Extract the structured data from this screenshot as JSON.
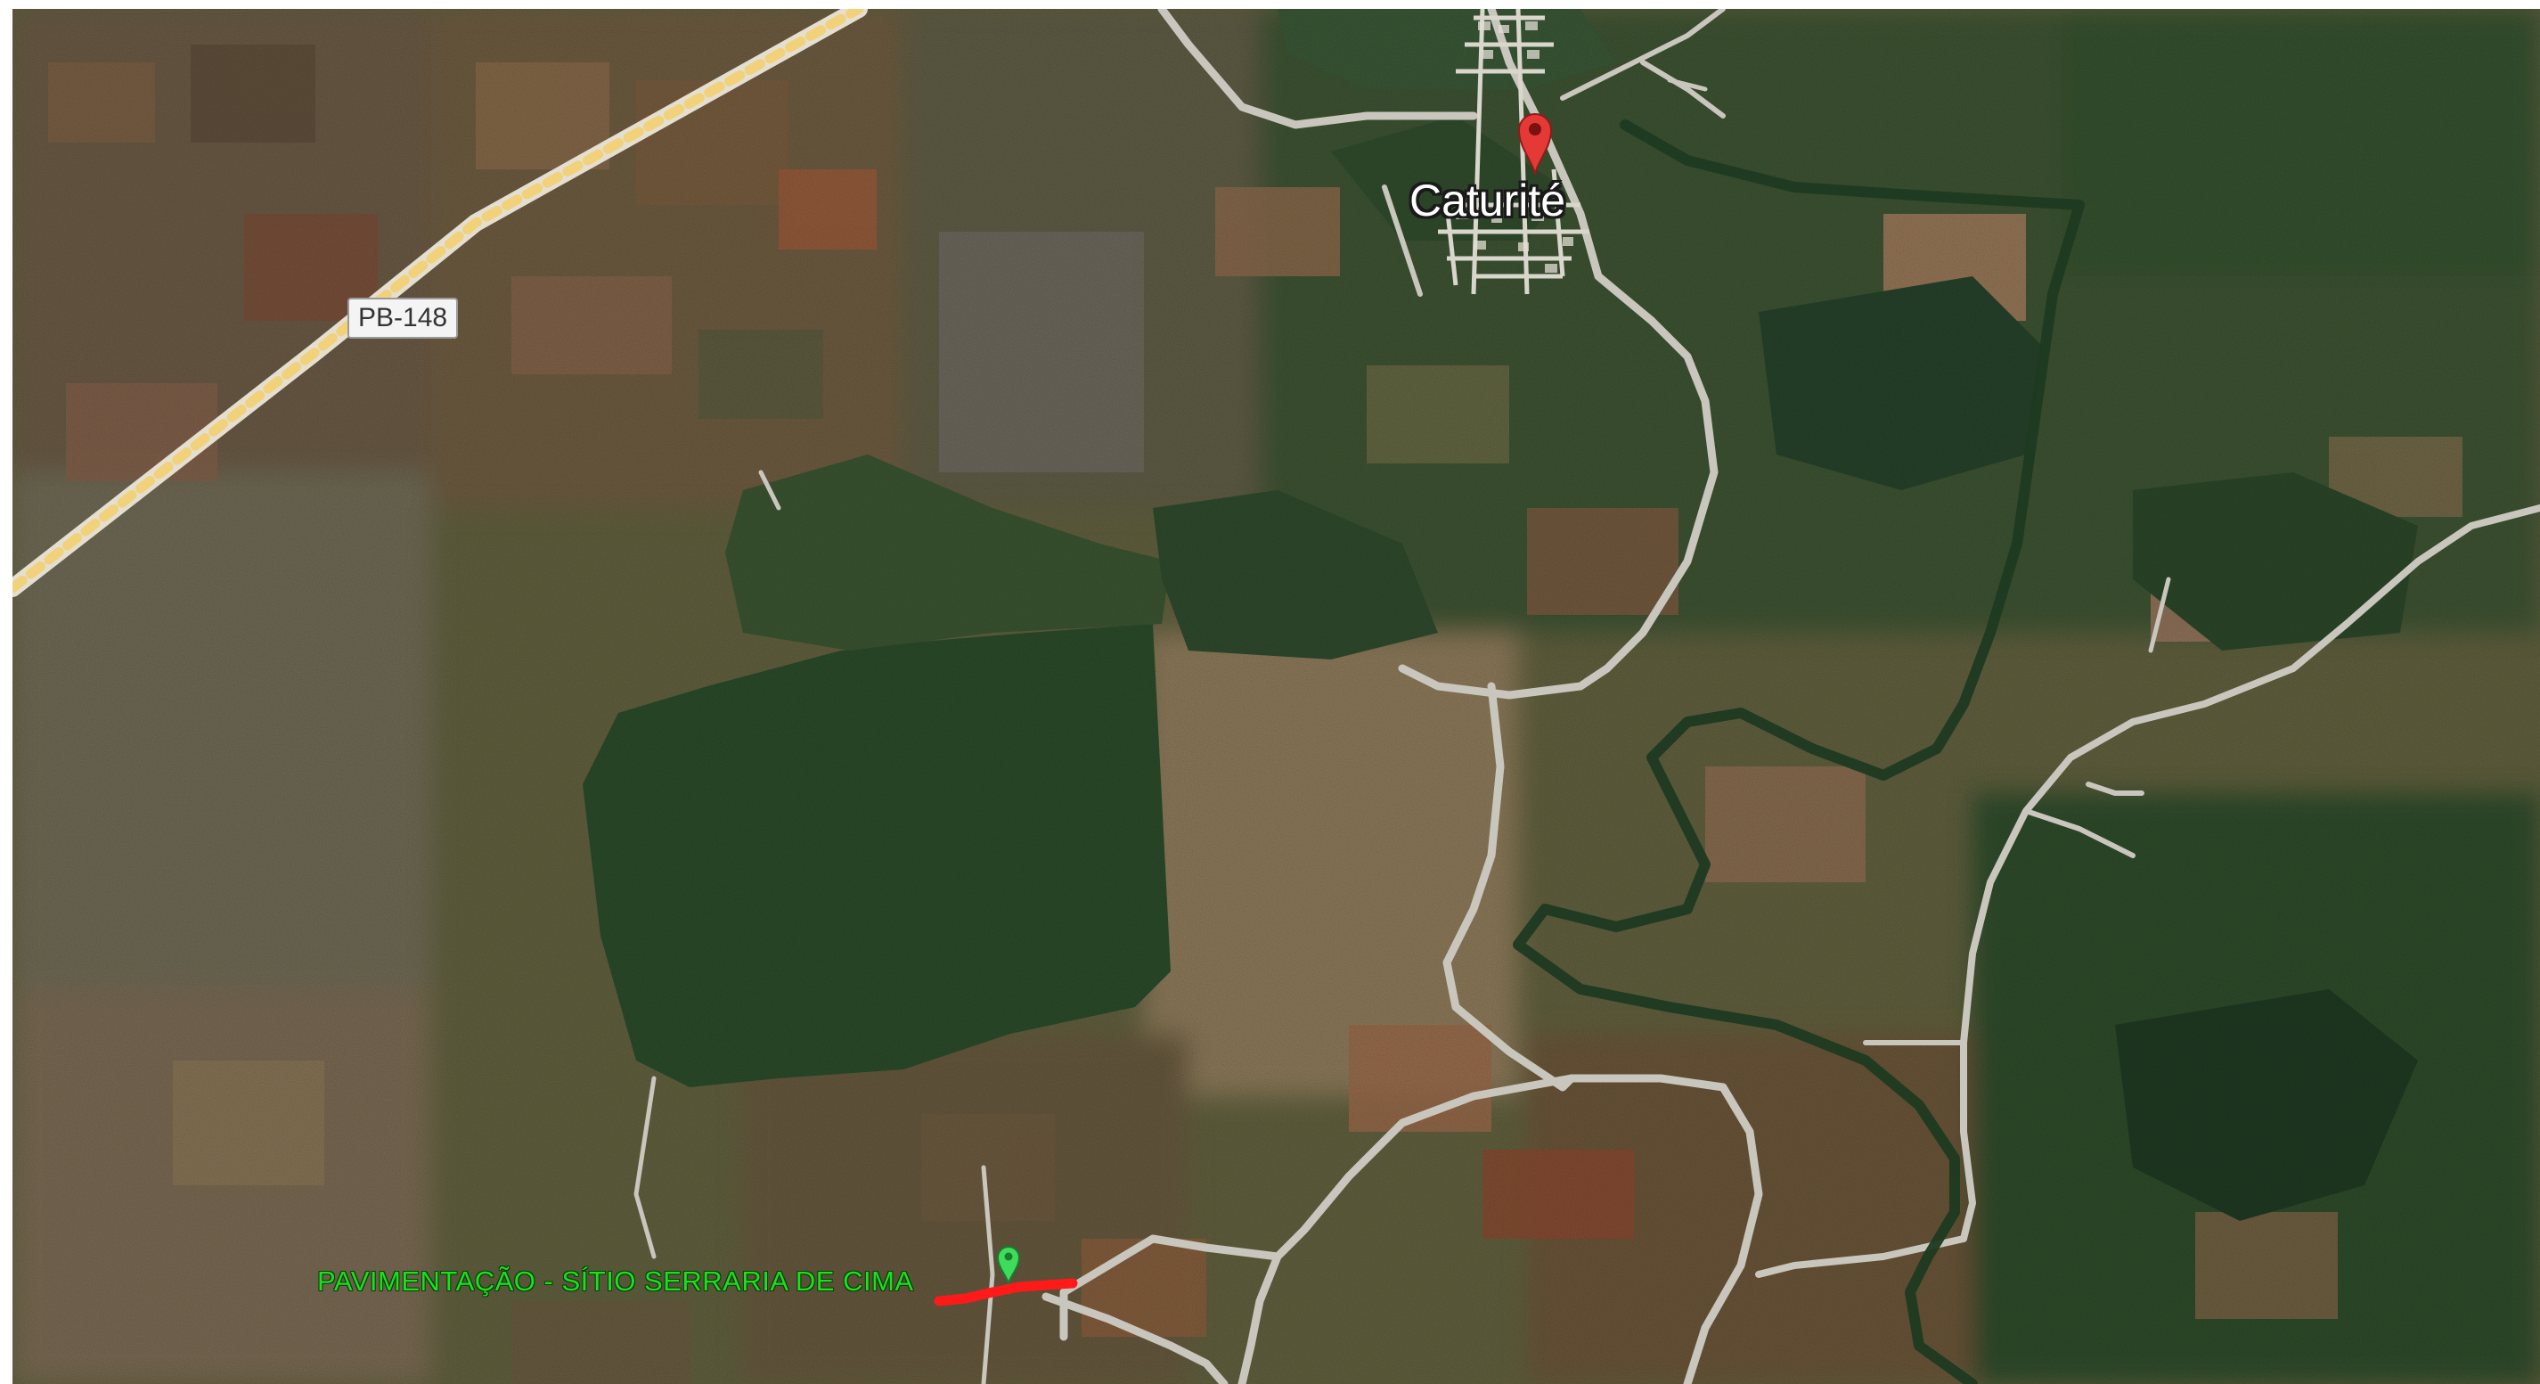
{
  "map": {
    "type": "satellite",
    "town_label": "Caturité",
    "route_shield": "PB-148",
    "project_label": "PAVIMENTAÇÃO - SÍTIO SERRARIA DE CIMA",
    "colors": {
      "town_pin": "#e53935",
      "project_pin": "#3ddc5a",
      "project_route": "#ff1a1a",
      "project_label": "#1ce01c",
      "highway": "#f1d27a"
    }
  }
}
